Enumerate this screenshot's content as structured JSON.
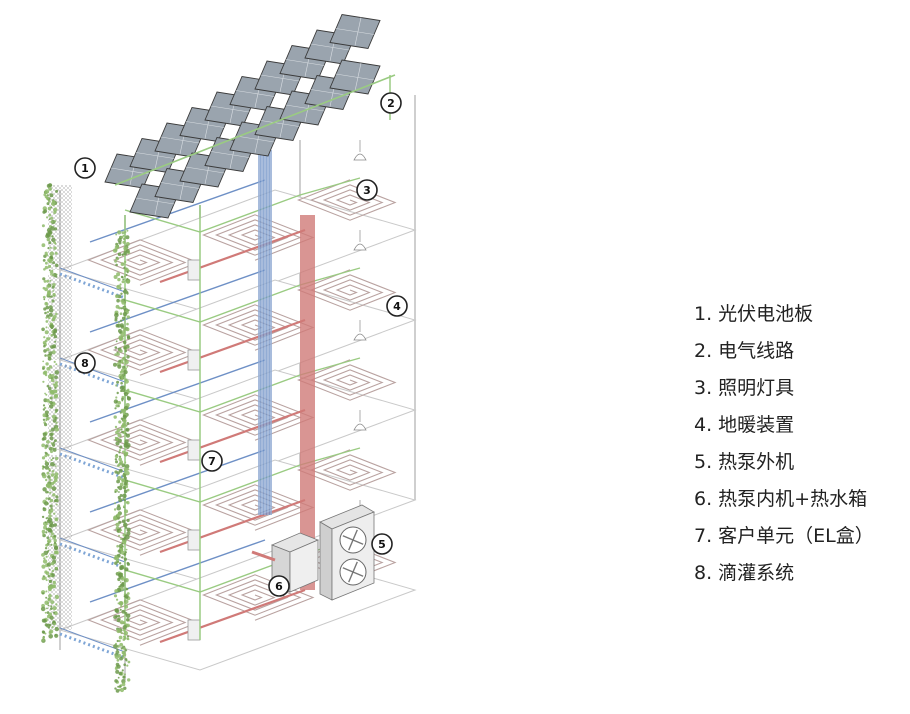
{
  "callouts": [
    "1",
    "2",
    "3",
    "4",
    "5",
    "6",
    "7",
    "8"
  ],
  "legend": [
    "1. 光伏电池板",
    "2. 电气线路",
    "3. 照明灯具",
    "4. 地暖装置",
    "5. 热泵外机",
    "6. 热泵内机+热水箱",
    "7. 客户单元（EL盒）",
    "8. 滴灌系统"
  ],
  "colors": {
    "floor_heating_coil": "#b9a2a0",
    "electrical_line": "#9acb82",
    "cold_pipe": "#6e90c6",
    "hot_pipe": "#d07a78",
    "pv_panel": "#9aa4ae",
    "plants": "#6d9a4c",
    "outline": "#222222"
  },
  "icons": [
    "pv-panel-icon",
    "lamp-icon",
    "heat-pump-fan-icon",
    "floor-heating-coil-icon",
    "plant-icon"
  ]
}
